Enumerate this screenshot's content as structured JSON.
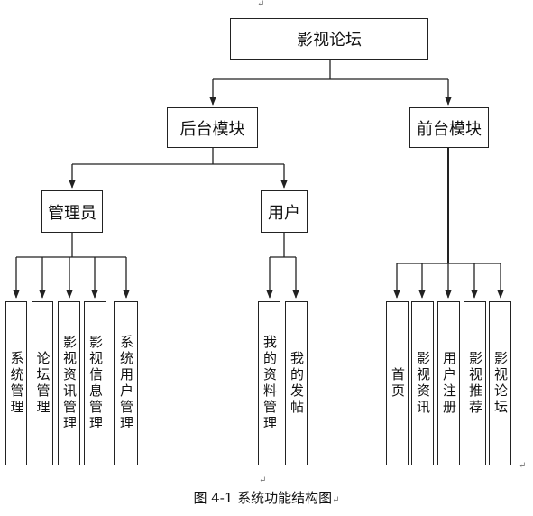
{
  "root": "影视论坛",
  "backend": {
    "label": "后台模块",
    "admin": {
      "label": "管理员",
      "items": [
        "系统管理",
        "论坛管理",
        "影视资讯管理",
        "影视信息管理",
        "系统用户管理"
      ]
    },
    "user": {
      "label": "用户",
      "items": [
        "我的资料管理",
        "我的发帖"
      ]
    }
  },
  "frontend": {
    "label": "前台模块",
    "items": [
      "首页",
      "影视资讯",
      "用户注册",
      "影视推荐",
      "影视论坛"
    ]
  },
  "caption": "图 4-1 系统功能结构图",
  "return_mark": "↵"
}
